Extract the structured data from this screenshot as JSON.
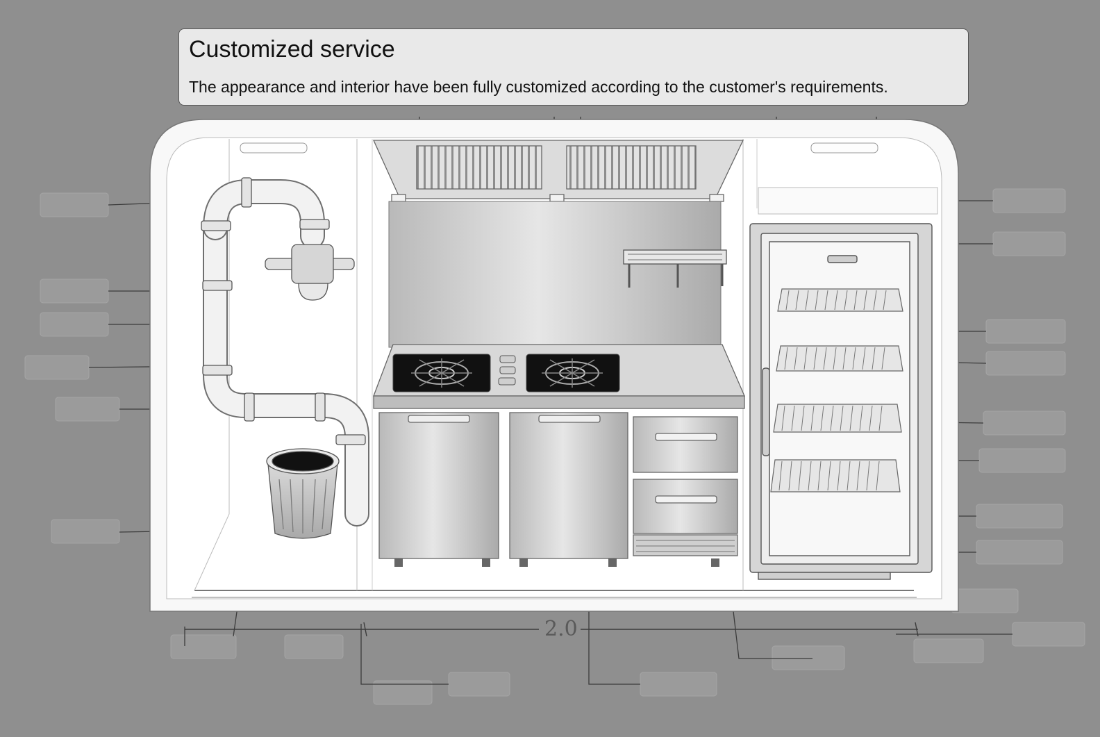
{
  "info_card": {
    "title": "Customized service",
    "description": "The appearance and interior have been fully customized according to the customer's requirements."
  },
  "diagram": {
    "dimension_label": "2.0",
    "components": [
      "drain-pipe",
      "valve",
      "waste-bin",
      "range-hood",
      "splash-panel",
      "wall-shelf",
      "gas-burner-left",
      "gas-burner-right",
      "control-knobs",
      "cabinet-left",
      "cabinet-right",
      "drawer-top",
      "drawer-bottom",
      "display-fridge"
    ],
    "colors": {
      "background": "#8f8f8f",
      "shell": "#fafafa",
      "steel": "#c9c9c9",
      "burner": "#111111",
      "card": "#e9e9e9"
    }
  }
}
